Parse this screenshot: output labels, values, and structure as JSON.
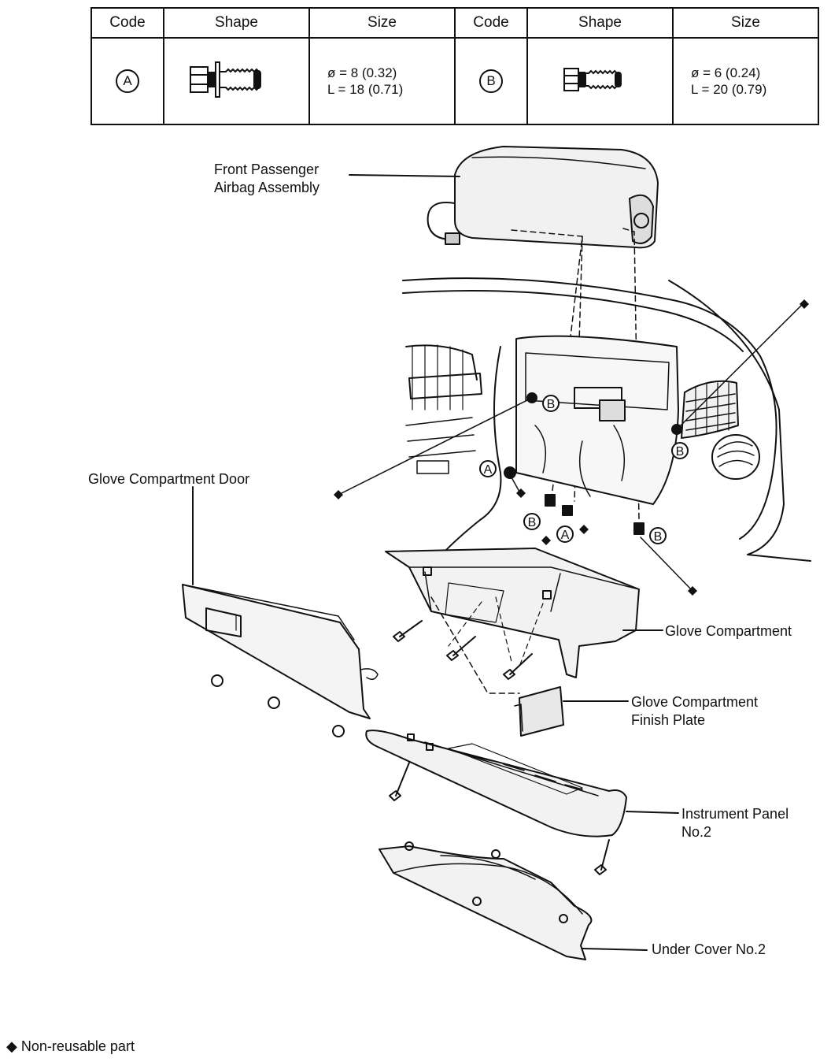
{
  "table": {
    "headers": [
      "Code",
      "Shape",
      "Size",
      "Code",
      "Shape",
      "Size"
    ],
    "rows": [
      {
        "code": "A",
        "size_line1": "ø = 8 (0.32)",
        "size_line2": "L = 18 (0.71)"
      },
      {
        "code": "B",
        "size_line1": "ø = 6 (0.24)",
        "size_line2": "L = 20 (0.79)"
      }
    ]
  },
  "labels": {
    "airbag_line1": "Front Passenger",
    "airbag_line2": "Airbag Assembly",
    "door": "Glove Compartment Door",
    "compartment": "Glove Compartment",
    "finish_line1": "Glove Compartment",
    "finish_line2": "Finish Plate",
    "panel_line1": "Instrument Panel",
    "panel_line2": "No.2",
    "under_cover": "Under Cover No.2"
  },
  "callouts": {
    "a": "A",
    "b": "B"
  },
  "legend": {
    "symbol": "◆",
    "text": "Non-reusable part"
  },
  "icons": {
    "non_reusable": "diamond-icon",
    "bolt": "bolt-icon"
  }
}
